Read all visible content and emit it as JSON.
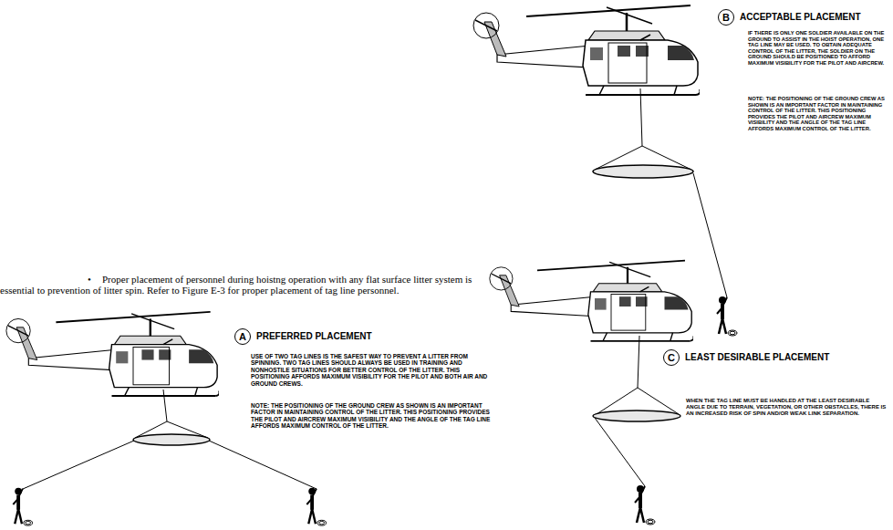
{
  "diagram": {
    "nodes": [
      {
        "text": [
          "A",
          "PREFERRED PLACEMENT"
        ]
      },
      {
        "text": [
          "B",
          "ACCEPTABLE PLACEMENT"
        ]
      },
      {
        "text": [
          "C",
          "LEAST DESIRABLE PLACEMENT"
        ]
      }
    ],
    "labels": [
      "•",
      "Proper placement of personnel during hoistng operation with any flat surface litter system is essential to prevention of litter spin. Refer to Figure E-3 for proper placement of tag line personnel.",
      "USE OF TWO TAG LINES IS THE SAFEST WAY TO PREVENT A LITTER FROM SPINNING. TWO TAG LINES SHOULD ALWAYS BE USED IN TRAINING AND NONHOSTILE SITUATIONS FOR BETTER CONTROL OF THE LITTER. THIS POSITIONING AFFORDS MAXIMUM VISIBILITY FOR THE PILOT AND BOTH AIR AND GROUND CREWS.",
      "NOTE: THE POSITIONING OF THE GROUND CREW AS SHOWN IS AN IMPORTANT FACTOR IN MAINTAINING CONTROL OF THE LITTER. THIS POSITIONING PROVIDES THE PILOT AND AIRCREW MAXIMUM VISIBILITY AND THE ANGLE OF THE TAG LINE AFFORDS MAXIMUM CONTROL OF THE LITTER.",
      "IF THERE IS ONLY ONE SOLDIER AVAILABLE ON THE GROUND TO ASSIST IN THE HOIST OPERATION, ONE TAG LINE MAY BE USED. TO OBTAIN ADEQUATE CONTROL OF THE LITTER, THE SOLDIER ON THE GROUND SHOULD BE POSITIONED TO AFFORD MAXIMUM VISIBILITY FOR THE PILOT AND AIRCREW.",
      "NOTE: THE POSITIONING OF THE GROUND CREW AS SHOWN IS AN IMPORTANT FACTOR IN MAINTAINING CONTROL OF THE LITTER. THIS POSITIONING PROVIDES THE PILOT AND AIRCREW MAXIMUM VISIBILITY AND THE ANGLE OF THE TAG LINE AFFORDS MAXIMUM CONTROL OF THE LITTER.",
      "WHEN THE TAG LINE MUST BE HANDLED AT THE LEAST DESIRABLE ANGLE DUE TO TERRAIN, VEGETATION, OR OTHER OBSTACLES, THERE IS AN INCREASED RISK OF SPIN AND/OR WEAK LINK SEPARATION."
    ]
  }
}
